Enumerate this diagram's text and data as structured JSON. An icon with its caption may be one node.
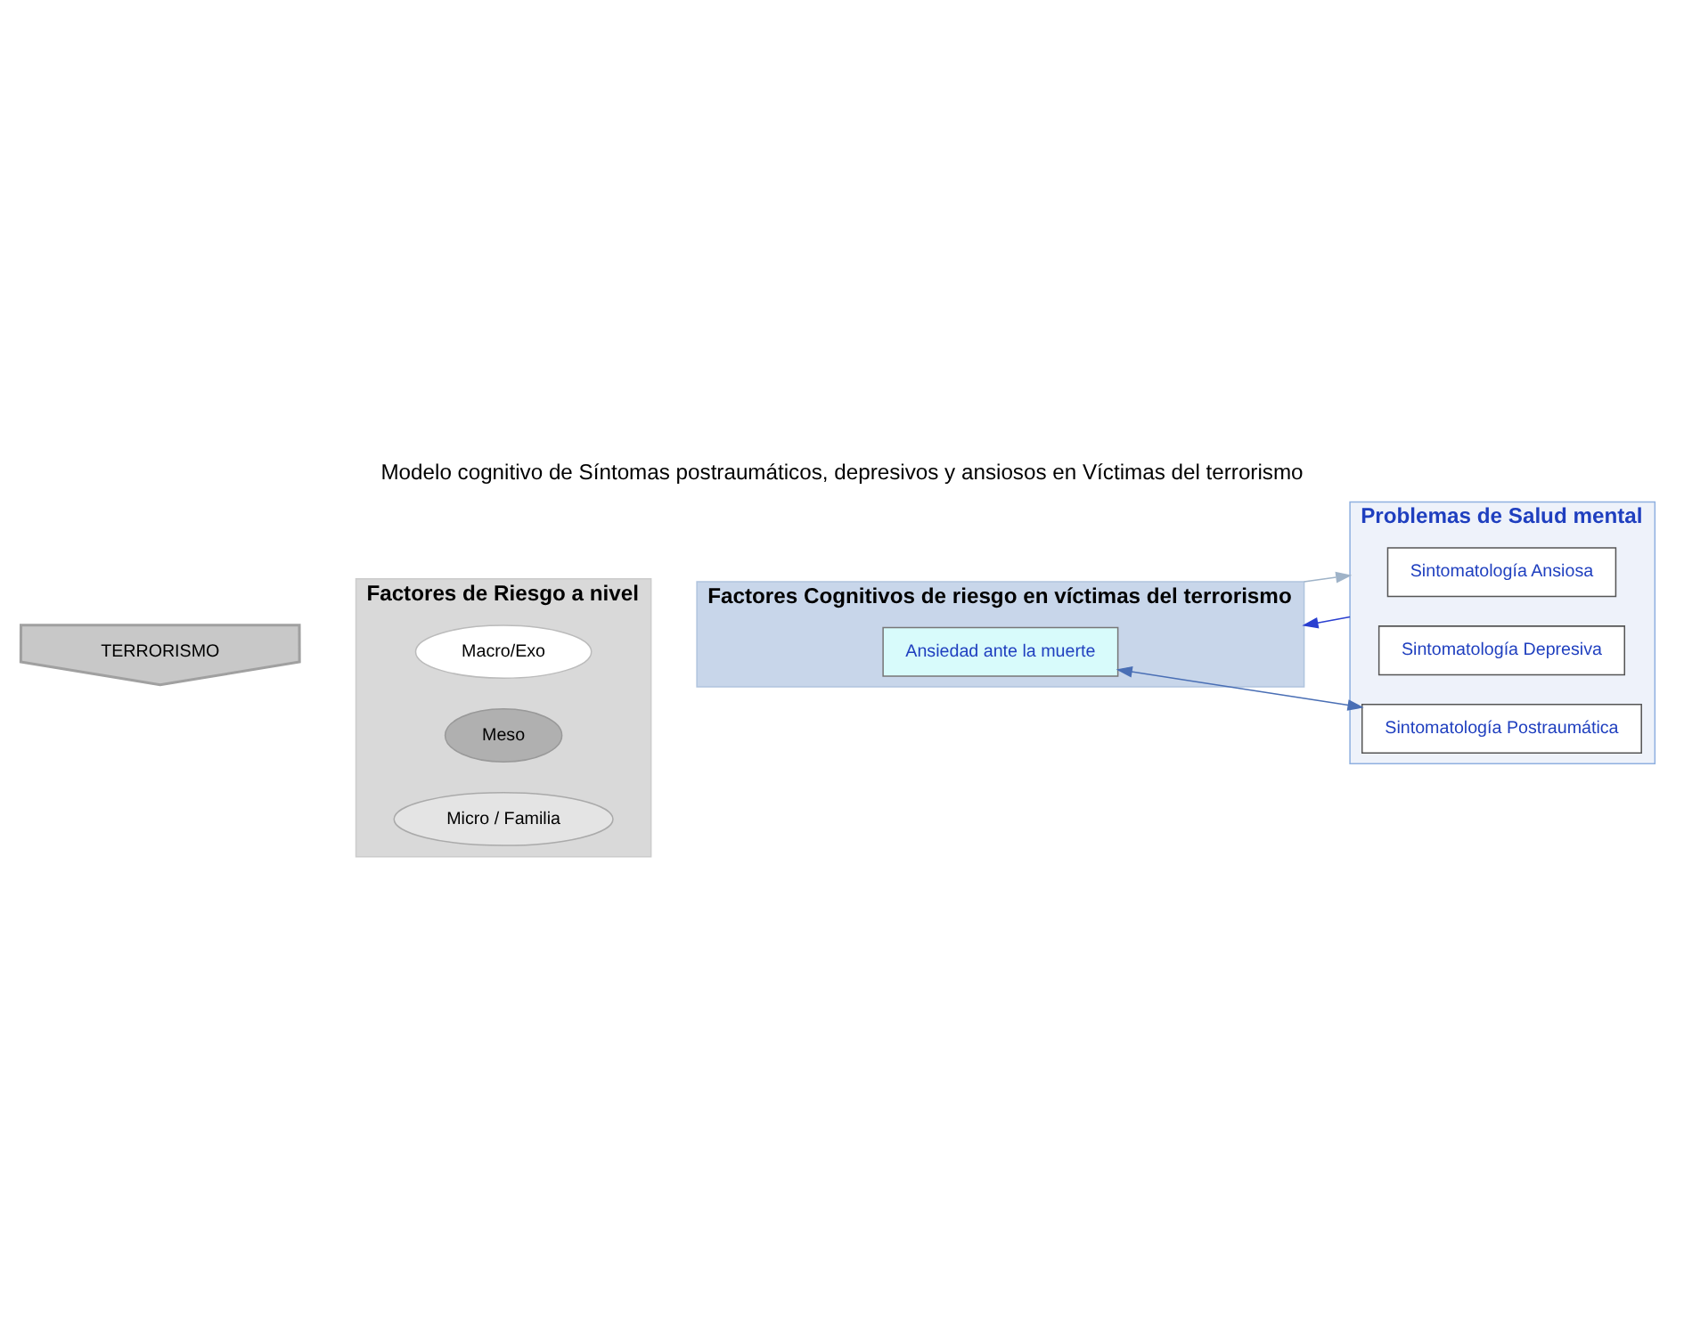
{
  "diagram": {
    "title": "Modelo cognitivo de Síntomas postraumáticos, depresivos y ansiosos en Víctimas del terrorismo",
    "nodes": [
      {
        "text": [
          "TERRORISMO"
        ]
      },
      {
        "text": [
          "Factores de Riesgo a nivel"
        ]
      },
      {
        "text": [
          "Macro/Exo"
        ],
        "in": 1
      },
      {
        "text": [
          "Meso"
        ],
        "in": 1
      },
      {
        "text": [
          "Micro / Familia"
        ],
        "in": 1
      },
      {
        "text": [
          "Factores Cognitivos de riesgo en víctimas del terrorismo"
        ]
      },
      {
        "text": [
          "Ansiedad ante la muerte"
        ],
        "in": 5
      },
      {
        "text": [
          "Problemas de Salud mental"
        ]
      },
      {
        "text": [
          "Sintomatología Ansiosa"
        ],
        "in": 7
      },
      {
        "text": [
          "Sintomatología Depresiva"
        ],
        "in": 7
      },
      {
        "text": [
          "Sintomatología Postraumática"
        ],
        "in": 7
      }
    ],
    "edges": [
      {
        "from": 5,
        "to": 7,
        "arrow": "to",
        "color": "#9fb3c8"
      },
      {
        "from": 7,
        "to": 5,
        "arrow": "to",
        "color": "#2a3fd0"
      },
      {
        "from": 6,
        "to": 10,
        "arrow": "both",
        "color": "#4a6fb5"
      }
    ]
  }
}
